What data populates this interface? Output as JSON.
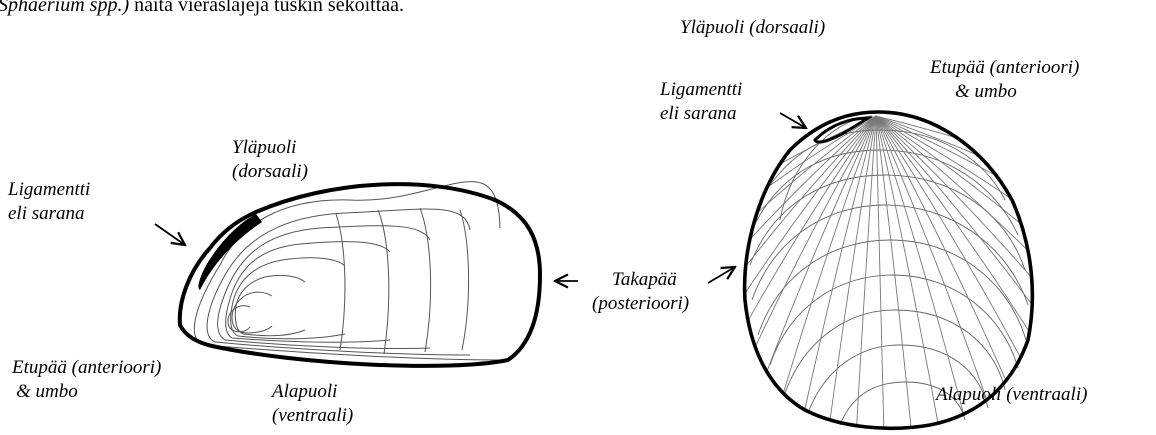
{
  "intro": {
    "species_italic": "Sphaerium spp.)",
    "rest": " näitä vieraslajeja tuskin sekoittaa."
  },
  "left_shell": {
    "ligament_line1": "Ligamentti",
    "ligament_line2": "eli sarana",
    "dorsal_line1": "Yläpuoli",
    "dorsal_line2": "(dorsaali)",
    "anterior_line1": "Etupää (anterioori)",
    "anterior_line2": "& umbo",
    "ventral_line1": "Alapuoli",
    "ventral_line2": "(ventraali)"
  },
  "middle": {
    "posterior_line1": "Takapää",
    "posterior_line2": "(posterioori)"
  },
  "right_shell": {
    "dorsal": "Yläpuoli (dorsaali)",
    "ligament_line1": "Ligamentti",
    "ligament_line2": "eli sarana",
    "anterior_line1": "Etupää (anterioori)",
    "anterior_line2": "& umbo",
    "ventral": "Alapuoli (ventraali)"
  }
}
